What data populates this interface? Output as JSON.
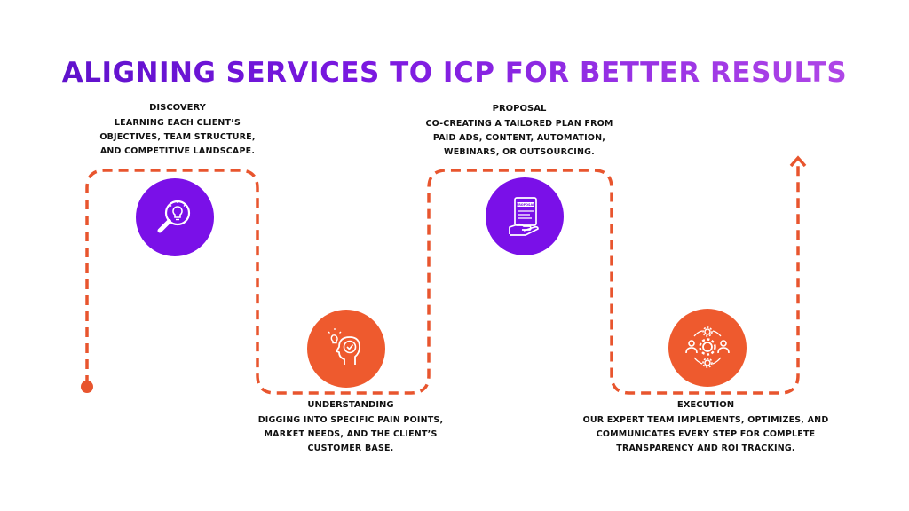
{
  "title": "ALIGNING SERVICES TO ICP FOR BETTER RESULTS",
  "colors": {
    "purple": "#7a10e8",
    "orange": "#ee5a2e",
    "path": "#e8552e"
  },
  "steps": [
    {
      "title": "DISCOVERY",
      "lines": [
        "LEARNING EACH CLIENT’S",
        "OBJECTIVES, TEAM STRUCTURE,",
        "AND COMPETITIVE LANDSCAPE."
      ],
      "icon": "magnifier-lightbulb-icon"
    },
    {
      "title": "UNDERSTANDING",
      "lines": [
        "DIGGING INTO SPECIFIC PAIN POINTS,",
        "MARKET NEEDS, AND THE CLIENT’S",
        "CUSTOMER BASE."
      ],
      "icon": "head-checkmark-icon"
    },
    {
      "title": "PROPOSAL",
      "lines": [
        "CO-CREATING A TAILORED PLAN FROM",
        "PAID ADS, CONTENT, AUTOMATION,",
        "WEBINARS, OR OUTSOURCING."
      ],
      "icon": "proposal-document-icon",
      "icon_text": "PROPOSAL"
    },
    {
      "title": "EXECUTION",
      "lines": [
        "OUR EXPERT TEAM IMPLEMENTS, OPTIMIZES, AND",
        "COMMUNICATES EVERY STEP FOR COMPLETE",
        "TRANSPARENCY AND ROI TRACKING."
      ],
      "icon": "team-gears-icon"
    }
  ]
}
